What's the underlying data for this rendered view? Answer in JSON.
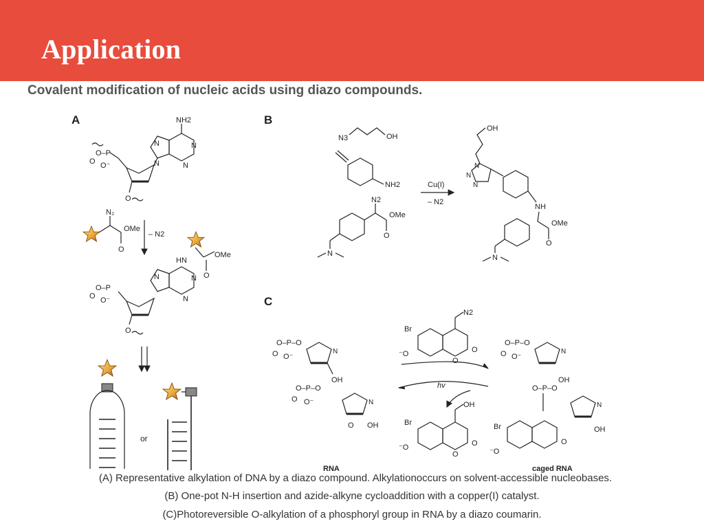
{
  "slide": {
    "title": "Application",
    "subtitle": "Covalent modification of nucleic acids using diazo compounds."
  },
  "figure": {
    "panel_labels": {
      "a": "A",
      "b": "B",
      "c": "C"
    },
    "panel_a": {
      "nh2": "NH2",
      "n_ring_1": "N",
      "n_ring_2": "N",
      "n_ring_3": "N",
      "n_ring_4": "N",
      "phosphate_p": "P",
      "minus_n2": "– N2",
      "ome": "OMe",
      "hn": "HN",
      "or_label": "or"
    },
    "panel_b": {
      "azide_n3": "N3",
      "azide_oh": "OH",
      "aniline_nh2": "NH2",
      "diazo_n2": "N2",
      "diazo_ome": "OMe",
      "dimethylamine_n": "N",
      "catalyst": "Cu(I)",
      "minus_n2": "– N2",
      "product_oh": "OH",
      "product_nh": "NH",
      "product_ome": "OMe",
      "product_n": "N"
    },
    "panel_c": {
      "reagent_n2": "N2",
      "reagent_br": "Br",
      "hv": "hv",
      "product_oh": "OH",
      "product_br": "Br",
      "rna_label": "RNA",
      "caged_rna_label": "caged RNA",
      "oh_1": "OH",
      "oh_2": "OH",
      "oh_3": "OH",
      "oh_4": "OH",
      "br_caged": "Br"
    }
  },
  "captions": {
    "a": "(A) Representative alkylation of DNA by a diazo compound. Alkylationoccurs on solvent-accessible nucleobases.",
    "b": "(B) One-pot N-H insertion and azide-alkyne cycloaddition with a copper(I) catalyst.",
    "c": "(C)Photoreversible O-alkylation of a phosphoryl group in RNA by a diazo coumarin."
  },
  "colors": {
    "header": "#e84c3d",
    "title_text": "#ffffff",
    "subtitle_text": "#555555",
    "star_fill": "#f2c14e",
    "star_edge": "#b5651d",
    "linker_grey": "#888888"
  }
}
